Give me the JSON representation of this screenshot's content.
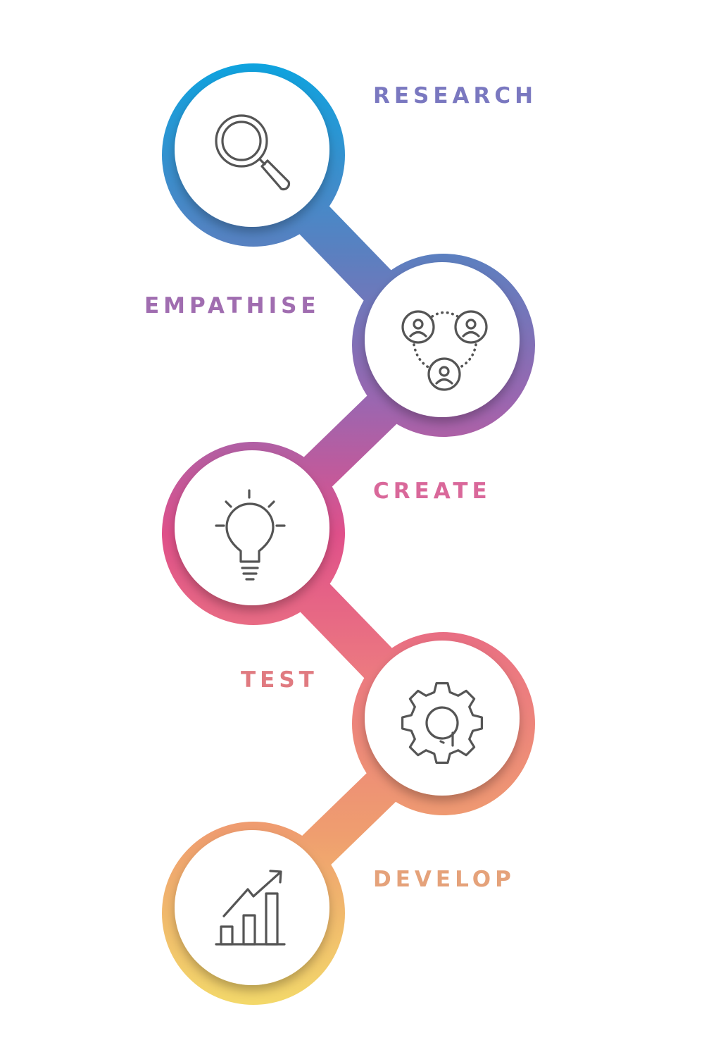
{
  "steps": [
    {
      "label": "RESEARCH",
      "icon": "magnifier-icon",
      "label_color": "#7a78c0"
    },
    {
      "label": "EMPATHISE",
      "icon": "user-network-icon",
      "label_color": "#a06db0"
    },
    {
      "label": "CREATE",
      "icon": "light-bulb-icon",
      "label_color": "#d9689a"
    },
    {
      "label": "TEST",
      "icon": "gear-icon",
      "label_color": "#e07a80"
    },
    {
      "label": "DEVELOP",
      "icon": "growth-chart-icon",
      "label_color": "#e5a27a"
    }
  ],
  "colors": {
    "gradient": [
      "#0ea3df",
      "#5a80c0",
      "#9b66b0",
      "#e0508a",
      "#ec7a80",
      "#ef9e6f",
      "#f3d86a"
    ],
    "icon_stroke": "#555555",
    "inner_circle": "#ffffff"
  }
}
